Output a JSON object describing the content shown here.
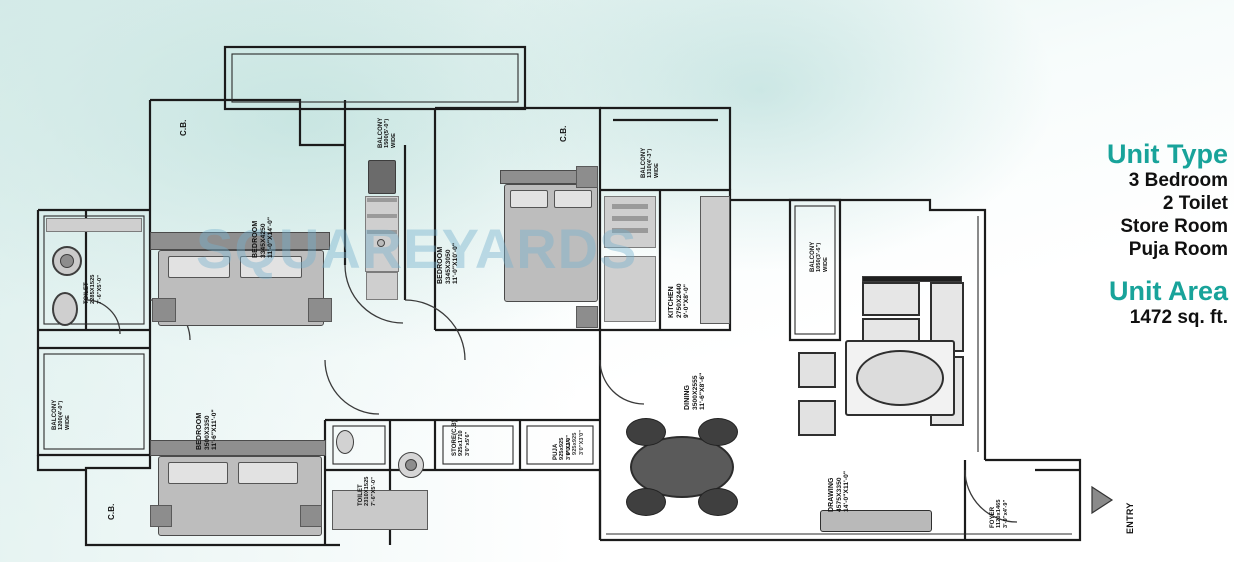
{
  "watermark": "SQUAREYARDS",
  "panel": {
    "unit_type_heading": "Unit Type",
    "unit_type_lines": [
      "3 Bedroom",
      "2 Toilet",
      "Store Room",
      "Puja Room"
    ],
    "unit_area_heading": "Unit Area",
    "unit_area_value": "1472 sq. ft.",
    "accent_color": "#18a39a",
    "text_color": "#101010"
  },
  "rooms": [
    {
      "key": "bedroom_master",
      "name": "BEDROOM",
      "dim_mm": "3345X4250",
      "dim_ft": "11'-0\"X14'-0\""
    },
    {
      "key": "bedroom_two",
      "name": "BEDROOM",
      "dim_mm": "3345X3050",
      "dim_ft": "11'-0\"X10'-0\""
    },
    {
      "key": "bedroom_three",
      "name": "BEDROOM",
      "dim_mm": "3500X3350",
      "dim_ft": "11'-6\"X11'-0\""
    },
    {
      "key": "kitchen",
      "name": "KITCHEN",
      "dim_mm": "2750X2440",
      "dim_ft": "9'-0\"X8'-0\""
    },
    {
      "key": "dining",
      "name": "DINING",
      "dim_mm": "3500X2555",
      "dim_ft": "11'-6\"X8'-6\""
    },
    {
      "key": "drawing",
      "name": "DRAWING",
      "dim_mm": "4575X3350",
      "dim_ft": "14'-0\"X11'-0\""
    },
    {
      "key": "toilet_one",
      "name": "TOILET",
      "dim_mm": "2285X1525",
      "dim_ft": "7'-6\"X5'-0\""
    },
    {
      "key": "toilet_two",
      "name": "TOILET",
      "dim_mm": "2310X1525",
      "dim_ft": "7'-6\"X5'-0\""
    },
    {
      "key": "store",
      "name": "STORE(C.B)",
      "dim_mm": "925x1710",
      "dim_ft": "3'0\"x5'6\""
    },
    {
      "key": "puja",
      "name": "PUJA",
      "dim_mm": "925x925",
      "dim_ft": "3'0\"X3'0\""
    },
    {
      "key": "puja_ghost",
      "name": "PUJA",
      "dim_mm": "925x925",
      "dim_ft": "3'0\"X3'0\""
    },
    {
      "key": "foyer",
      "name": "FOYER",
      "dim_mm": "1120x1465",
      "dim_ft": "3'-9\"x4'-9\""
    }
  ],
  "balconies": [
    {
      "key": "balcony_top_center",
      "name": "BALCONY",
      "size": "1500(5'-0\")",
      "suffix": "WIDE"
    },
    {
      "key": "balcony_top_right",
      "name": "BALCONY",
      "size": "1310(4'-3\")",
      "suffix": "WIDE"
    },
    {
      "key": "balcony_right",
      "name": "BALCONY",
      "size": "1050(3'-6\")",
      "suffix": "WIDE"
    },
    {
      "key": "balcony_left",
      "name": "BALCONY",
      "size": "1200(4'-0\")",
      "suffix": "WIDE"
    }
  ],
  "cupboards": [
    {
      "key": "cb_top_left",
      "label": "C.B."
    },
    {
      "key": "cb_top_right",
      "label": "C.B."
    },
    {
      "key": "cb_bottom_left",
      "label": "C.B."
    }
  ],
  "entry": {
    "label": "ENTRY"
  }
}
